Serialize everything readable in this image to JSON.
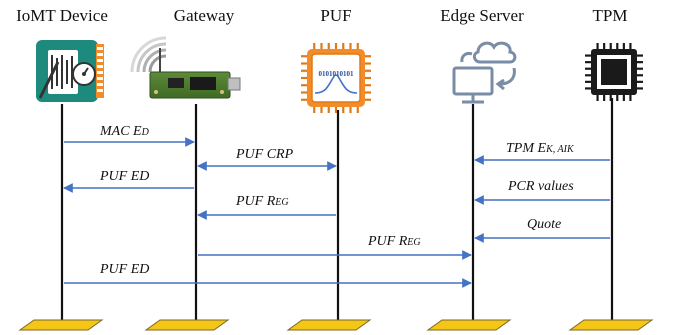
{
  "participants": [
    {
      "key": "iomt",
      "label": "IoMT Device"
    },
    {
      "key": "gateway",
      "label": "Gateway"
    },
    {
      "key": "puf",
      "label": "PUF"
    },
    {
      "key": "edge",
      "label": "Edge Server"
    },
    {
      "key": "tpm",
      "label": "TPM"
    }
  ],
  "chip_text": "0101010101",
  "colors": {
    "arrow": "#4472c4",
    "lifeline": "#111111",
    "base_fill": "#f5c518",
    "base_stroke": "#7a6a20"
  },
  "messages": [
    {
      "from": "iomt",
      "to": "gateway",
      "label": "MAC E",
      "sub": "D"
    },
    {
      "from": "gateway",
      "to": "puf",
      "label": "PUF CRP",
      "sub": "",
      "bidirectional": true
    },
    {
      "from": "gateway",
      "to": "iomt",
      "label": "PUF ED",
      "sub": ""
    },
    {
      "from": "puf",
      "to": "gateway",
      "label": "PUF R",
      "sub": "EG"
    },
    {
      "from": "tpm",
      "to": "edge",
      "label": "TPM E",
      "sub": "K, AIK"
    },
    {
      "from": "tpm",
      "to": "edge",
      "label": "PCR values",
      "sub": ""
    },
    {
      "from": "tpm",
      "to": "edge",
      "label": "Quote",
      "sub": ""
    },
    {
      "from": "gateway",
      "to": "edge",
      "label": "PUF R",
      "sub": "EG"
    },
    {
      "from": "iomt",
      "to": "edge",
      "label": "PUF ED",
      "sub": ""
    }
  ]
}
